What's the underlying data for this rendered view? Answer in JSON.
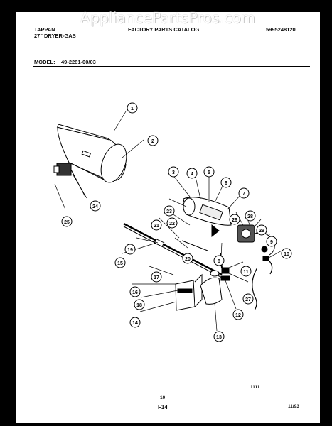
{
  "watermark": "AppliancePartsPros.com",
  "header": {
    "brand": "TAPPAN",
    "product": "27\" DRYER-GAS",
    "catalog_title": "FACTORY PARTS CATALOG",
    "catalog_number": "5995248120",
    "model_label": "MODEL:",
    "model_value": "49-2281-00/03"
  },
  "callouts": [
    "1",
    "2",
    "3",
    "4",
    "5",
    "6",
    "7",
    "8",
    "9",
    "10",
    "11",
    "12",
    "13",
    "14",
    "15",
    "16",
    "17",
    "18",
    "19",
    "20",
    "21",
    "22",
    "23",
    "24",
    "25",
    "26",
    "27",
    "28",
    "29"
  ],
  "footer": {
    "figure_code": "1111",
    "page_number": "10",
    "figure_ref": "F14",
    "date": "11/93"
  }
}
